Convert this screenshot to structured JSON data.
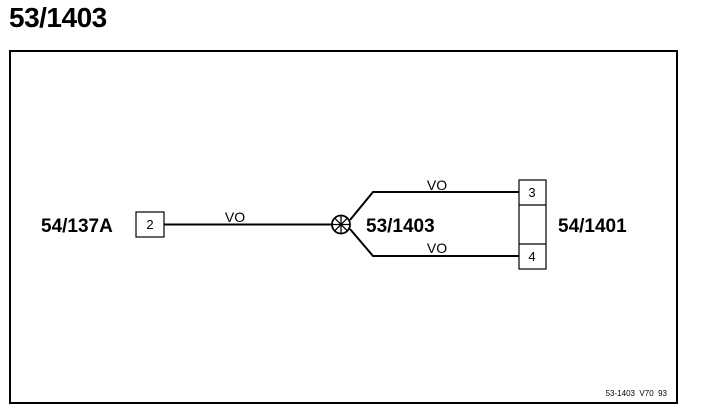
{
  "page_title": "53/1403",
  "diagram": {
    "left_component": {
      "label": "54/137A",
      "pin": "2"
    },
    "splice": {
      "label": "53/1403"
    },
    "right_component": {
      "label": "54/1401",
      "pins": [
        "3",
        "4"
      ]
    },
    "wires": [
      {
        "id": "left-wire",
        "color_code": "VO"
      },
      {
        "id": "upper-wire",
        "color_code": "VO"
      },
      {
        "id": "lower-wire",
        "color_code": "VO"
      }
    ],
    "reference": "53-1403  V70  93"
  }
}
